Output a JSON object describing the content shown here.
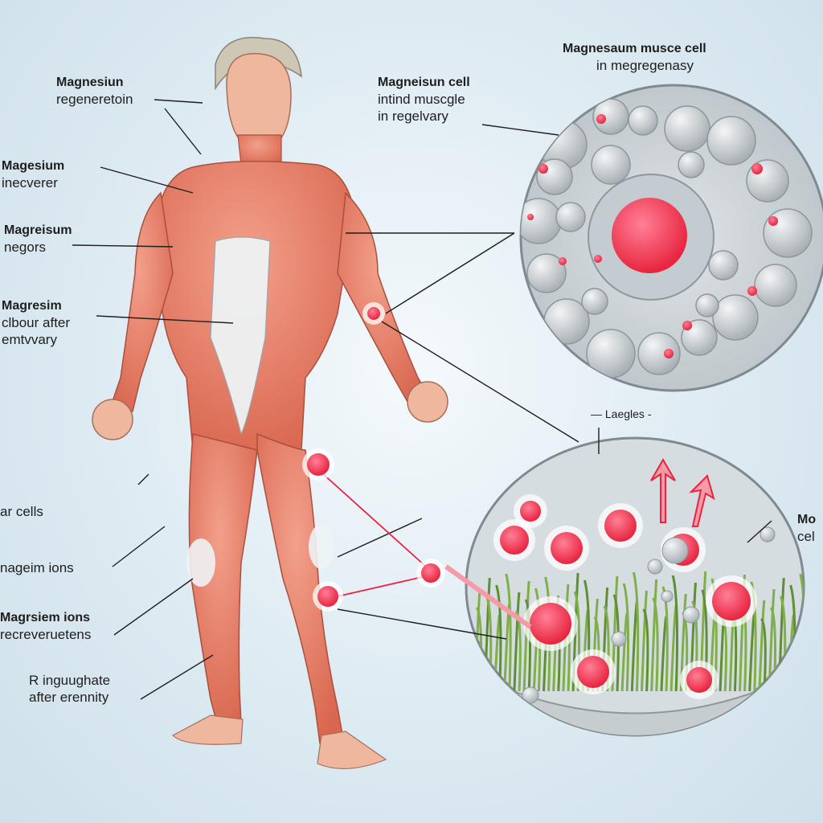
{
  "labels": {
    "mag_regeneration": {
      "title": "Magnesiun",
      "sub": "regeneretoin"
    },
    "mag_recover": {
      "title": "Magesium",
      "sub": "inecverer"
    },
    "mag_negors": {
      "title": "Magreisum",
      "sub": "negors"
    },
    "mag_elbow": {
      "title": "Magresim",
      "sub": "clbour after",
      "sub2": "emtvvary"
    },
    "cells": {
      "title": "",
      "sub": "ar cells"
    },
    "ions": {
      "title": "",
      "sub": "nageim ions"
    },
    "ions_recover": {
      "title": "Magrsiem ions",
      "sub": "recreveruetens"
    },
    "after": {
      "title": "",
      "sub": "R inguughate",
      "sub2": "after erennity"
    },
    "cell_mid": {
      "title": "Magneisun cell",
      "sub": "intind muscgle",
      "sub2": "in regelvary"
    },
    "cell_top": {
      "title": "Magnesaum musce cell",
      "sub": "in megregenasy"
    },
    "laegles": {
      "title": "",
      "sub": "— Laegles -"
    },
    "right_edge": {
      "title": "Mo",
      "sub": "cel"
    }
  },
  "colors": {
    "muscle": "#e98470",
    "muscle_dark": "#c45a4a",
    "ion": "#f2435f",
    "cell_bg": "#cfd6da",
    "grass": "#7fae4a"
  }
}
